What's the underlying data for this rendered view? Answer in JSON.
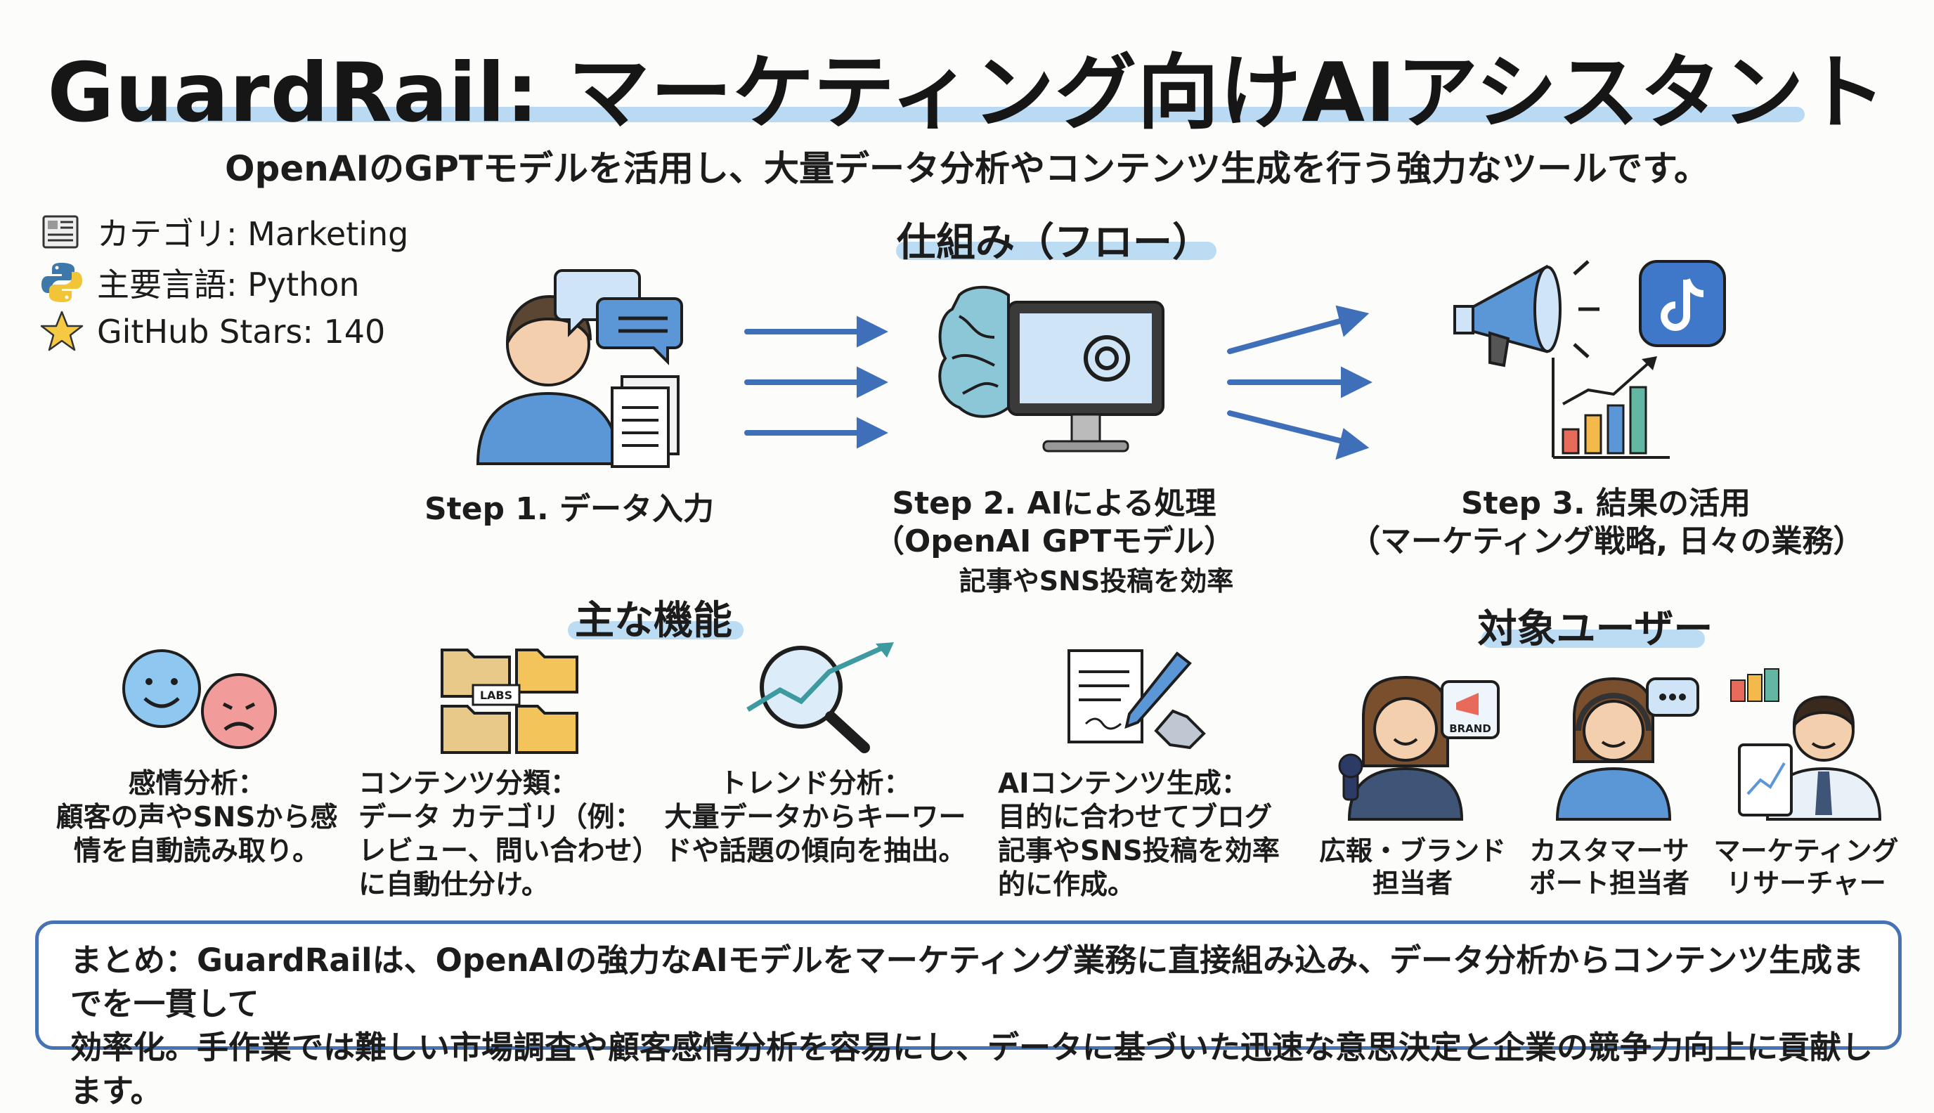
{
  "title": "GuardRail: マーケティング向けAIアシスタント",
  "subtitle": "OpenAIのGPTモデルを活用し、大量データ分析やコンテンツ生成を行う強力なツールです。",
  "meta": {
    "category": "カテゴリ: Marketing",
    "language": "主要言語: Python",
    "stars": "GitHub Stars: 140"
  },
  "flow": {
    "heading": "仕組み（フロー）",
    "step1": "Step 1. データ入力",
    "step2_line1": "Step 2. AIによる処理",
    "step2_line2": "（OpenAI GPTモデル）",
    "step2_fragment": "記事やSNS投稿を効率",
    "step3_line1": "Step 3. 結果の活用",
    "step3_line2": "（マーケティング戦略, 日々の業務）"
  },
  "features": {
    "heading": "主な機能",
    "items": [
      {
        "lines": [
          "感情分析：",
          "顧客の声やSNSから感",
          "情を自動読み取り。"
        ]
      },
      {
        "lines": [
          "コンテンツ分類：",
          "データ カテゴリ（例：",
          "レビュー、問い合わせ）",
          "に自動仕分け。"
        ]
      },
      {
        "lines": [
          "トレンド分析：",
          "大量データからキーワー",
          "ドや話題の傾向を抽出。"
        ]
      },
      {
        "lines": [
          "AIコンテンツ生成：",
          "目的に合わせてブログ",
          "記事やSNS投稿を効率",
          "的に作成。"
        ]
      }
    ],
    "labs_tag": "LABS"
  },
  "users": {
    "heading": "対象ユーザー",
    "items": [
      {
        "lines": [
          "広報・ブランド",
          "担当者"
        ]
      },
      {
        "lines": [
          "カスタマーサ",
          "ポート担当者"
        ]
      },
      {
        "lines": [
          "マーケティング",
          "リサーチャー"
        ]
      }
    ],
    "brand_tag": "BRAND"
  },
  "summary": {
    "line1": "まとめ：GuardRailは、OpenAIの強力なAIモデルをマーケティング業務に直接組み込み、データ分析からコンテンツ生成までを一貫して",
    "line2": "効率化。手作業では難しい市場調査や顧客感情分析を容易にし、データに基づいた迅速な意思決定と企業の競争力向上に貢献します。"
  },
  "colors": {
    "accent_blue": "#3f6fb8",
    "highlight": "#bcdcf3",
    "box_border": "#4773b3"
  }
}
